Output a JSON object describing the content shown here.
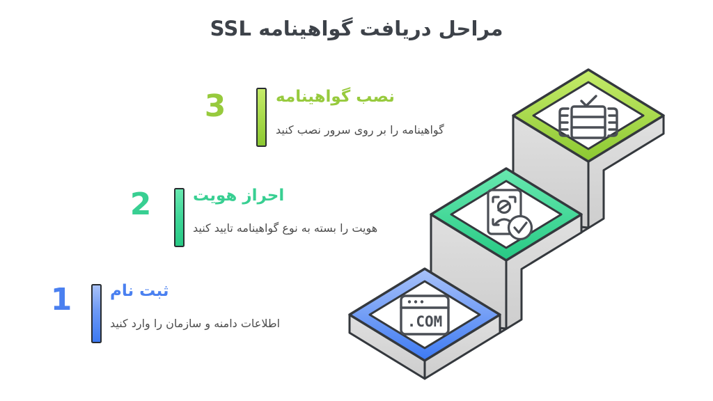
{
  "title": "مراحل دریافت گواهینامه SSL",
  "title_color": "#3d4249",
  "steps": [
    {
      "number": "1",
      "label": "ثبت نام",
      "description": "اطلاعات دامنه و سازمان را وارد کنید",
      "accent": "#4a80f0",
      "icon": "dot-com-browser-icon",
      "browser_text": ".COM"
    },
    {
      "number": "2",
      "label": "احراز هویت",
      "description": "هویت را بسته به نوع گواهینامه تایید کنید",
      "accent": "#38cf92",
      "icon": "identity-verification-icon"
    },
    {
      "number": "3",
      "label": "نصب گواهینامه",
      "description": "گواهینامه را بر روی سرور نصب کنید",
      "accent": "#97ca3d",
      "icon": "server-checkmark-icon"
    }
  ],
  "diagram": {
    "style": "isometric-staircase",
    "platform_colors": [
      "#3d7af3",
      "#27c984",
      "#8cc832"
    ],
    "block_color": "#d6d6d6",
    "outline_color": "#34383d"
  }
}
